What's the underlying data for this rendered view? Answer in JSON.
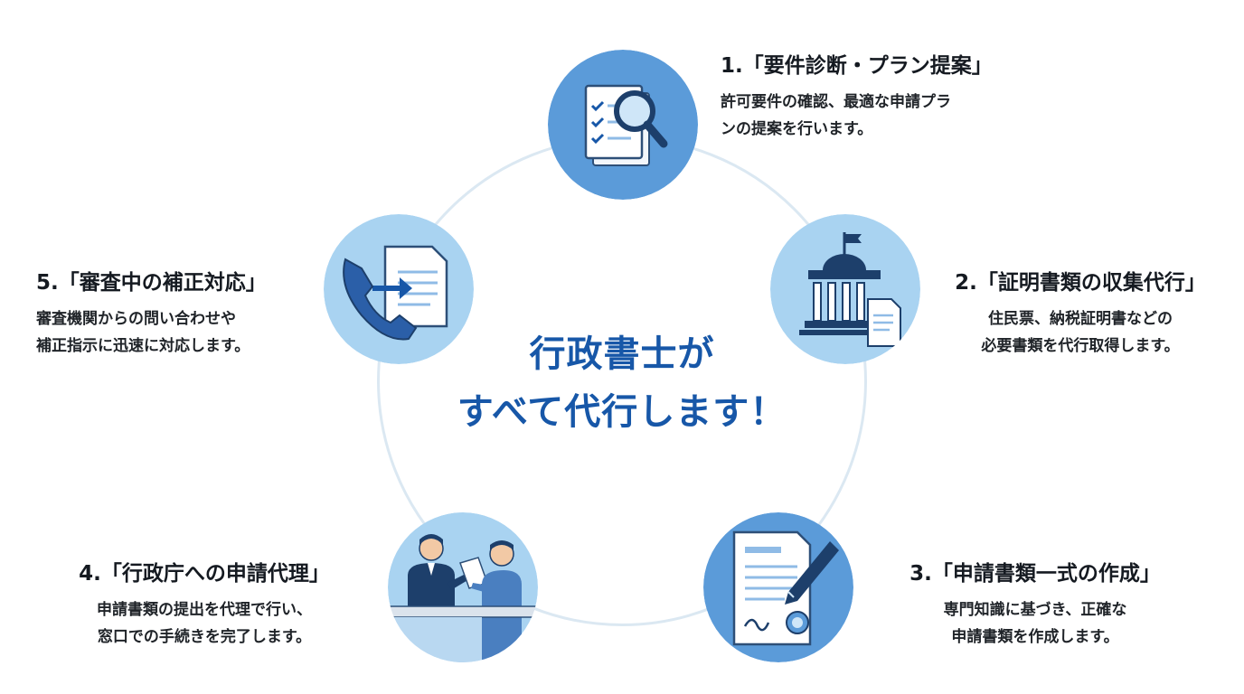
{
  "center": {
    "line1": "行政書士が",
    "line2": "すべて代行します！"
  },
  "colors": {
    "title": "#1757a8",
    "circle_dark": "#5b9bd9",
    "circle_light": "#a9d3f1",
    "ring": "#dbe8f2"
  },
  "steps": [
    {
      "title": "1.「要件診断・プラン提案」",
      "desc": [
        "許可要件の確認、最適な申請プラ",
        "ンの提案を行います。"
      ],
      "icon": "document-magnifier-icon"
    },
    {
      "title": "2.「証明書類の収集代行」",
      "desc": [
        "住民票、納税証明書などの",
        "必要書類を代行取得します。"
      ],
      "icon": "government-building-icon"
    },
    {
      "title": "3.「申請書類一式の作成」",
      "desc": [
        "専門知識に基づき、正確な",
        "申請書類を作成します。"
      ],
      "icon": "document-pen-icon"
    },
    {
      "title": "4.「行政庁への申請代理」",
      "desc": [
        "申請書類の提出を代理で行い、",
        "窓口での手続きを完了します。"
      ],
      "icon": "counter-handover-icon"
    },
    {
      "title": "5.「審査中の補正対応」",
      "desc": [
        "審査機関からの問い合わせや",
        "補正指示に迅速に対応します。"
      ],
      "icon": "phone-document-icon"
    }
  ]
}
